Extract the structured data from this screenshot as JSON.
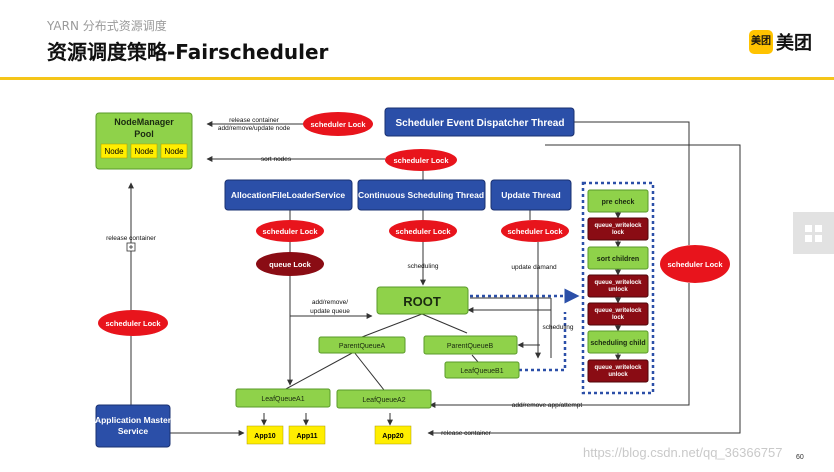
{
  "header": {
    "subtitle": "YARN 分布式资源调度",
    "title": "资源调度策略-Fairscheduler",
    "logo_box_text": "美团",
    "logo_text": "美团"
  },
  "diagram": {
    "nodemanager": {
      "line1": "NodeManager",
      "line2": "Pool",
      "nodes": [
        "Node",
        "Node",
        "Node"
      ]
    },
    "dispatcher": "Scheduler Event Dispatcher Thread",
    "allocation": "AllocationFileLoaderService",
    "continuous": "Continuous Scheduling Thread",
    "update_thread": "Update Thread",
    "app_master": {
      "line1": "Application Master",
      "line2": "Service"
    },
    "scheduler_lock": "scheduler Lock",
    "queue_lock": "queue Lock",
    "root": "ROOT",
    "parent_a": "ParentQueueA",
    "parent_b": "ParentQueueB",
    "leaf_a1": "LeafQueueA1",
    "leaf_a2": "LeafQueueA2",
    "leaf_b1": "LeafQueueB1",
    "apps": [
      "App10",
      "App11",
      "App20"
    ],
    "steps": [
      {
        "text": [
          "pre check"
        ],
        "kind": "green"
      },
      {
        "text": [
          "queue_writelock",
          "lock"
        ],
        "kind": "red"
      },
      {
        "text": [
          "sort children"
        ],
        "kind": "green"
      },
      {
        "text": [
          "queue_writelock",
          "unlock"
        ],
        "kind": "red"
      },
      {
        "text": [
          "queue_writelock",
          "lock"
        ],
        "kind": "red"
      },
      {
        "text": [
          "scheduling child"
        ],
        "kind": "green"
      },
      {
        "text": [
          "queue_writelock",
          "unlock"
        ],
        "kind": "red"
      }
    ],
    "labels": {
      "release_add": [
        "release container",
        "add/remove/update node"
      ],
      "sort_nodes": "sort nodes",
      "release_container": "release container",
      "scheduling": "scheduling",
      "update_demand": "update damand",
      "add_remove_update_queue": [
        "add/remove/",
        "update queue"
      ],
      "scheduling_right": "scheduling",
      "add_remove_app": "add/remove app/attempt",
      "release_container_bottom": "release container"
    }
  },
  "footer": {
    "page": "60",
    "watermark": "https://blog.csdn.net/qq_36366757"
  },
  "colors": {
    "accent": "#f5c518",
    "blue": "#2b4fa8",
    "green": "#8fd24a",
    "red": "#e8141c",
    "dark_red": "#8a0c14",
    "yellow": "#ffee00"
  }
}
